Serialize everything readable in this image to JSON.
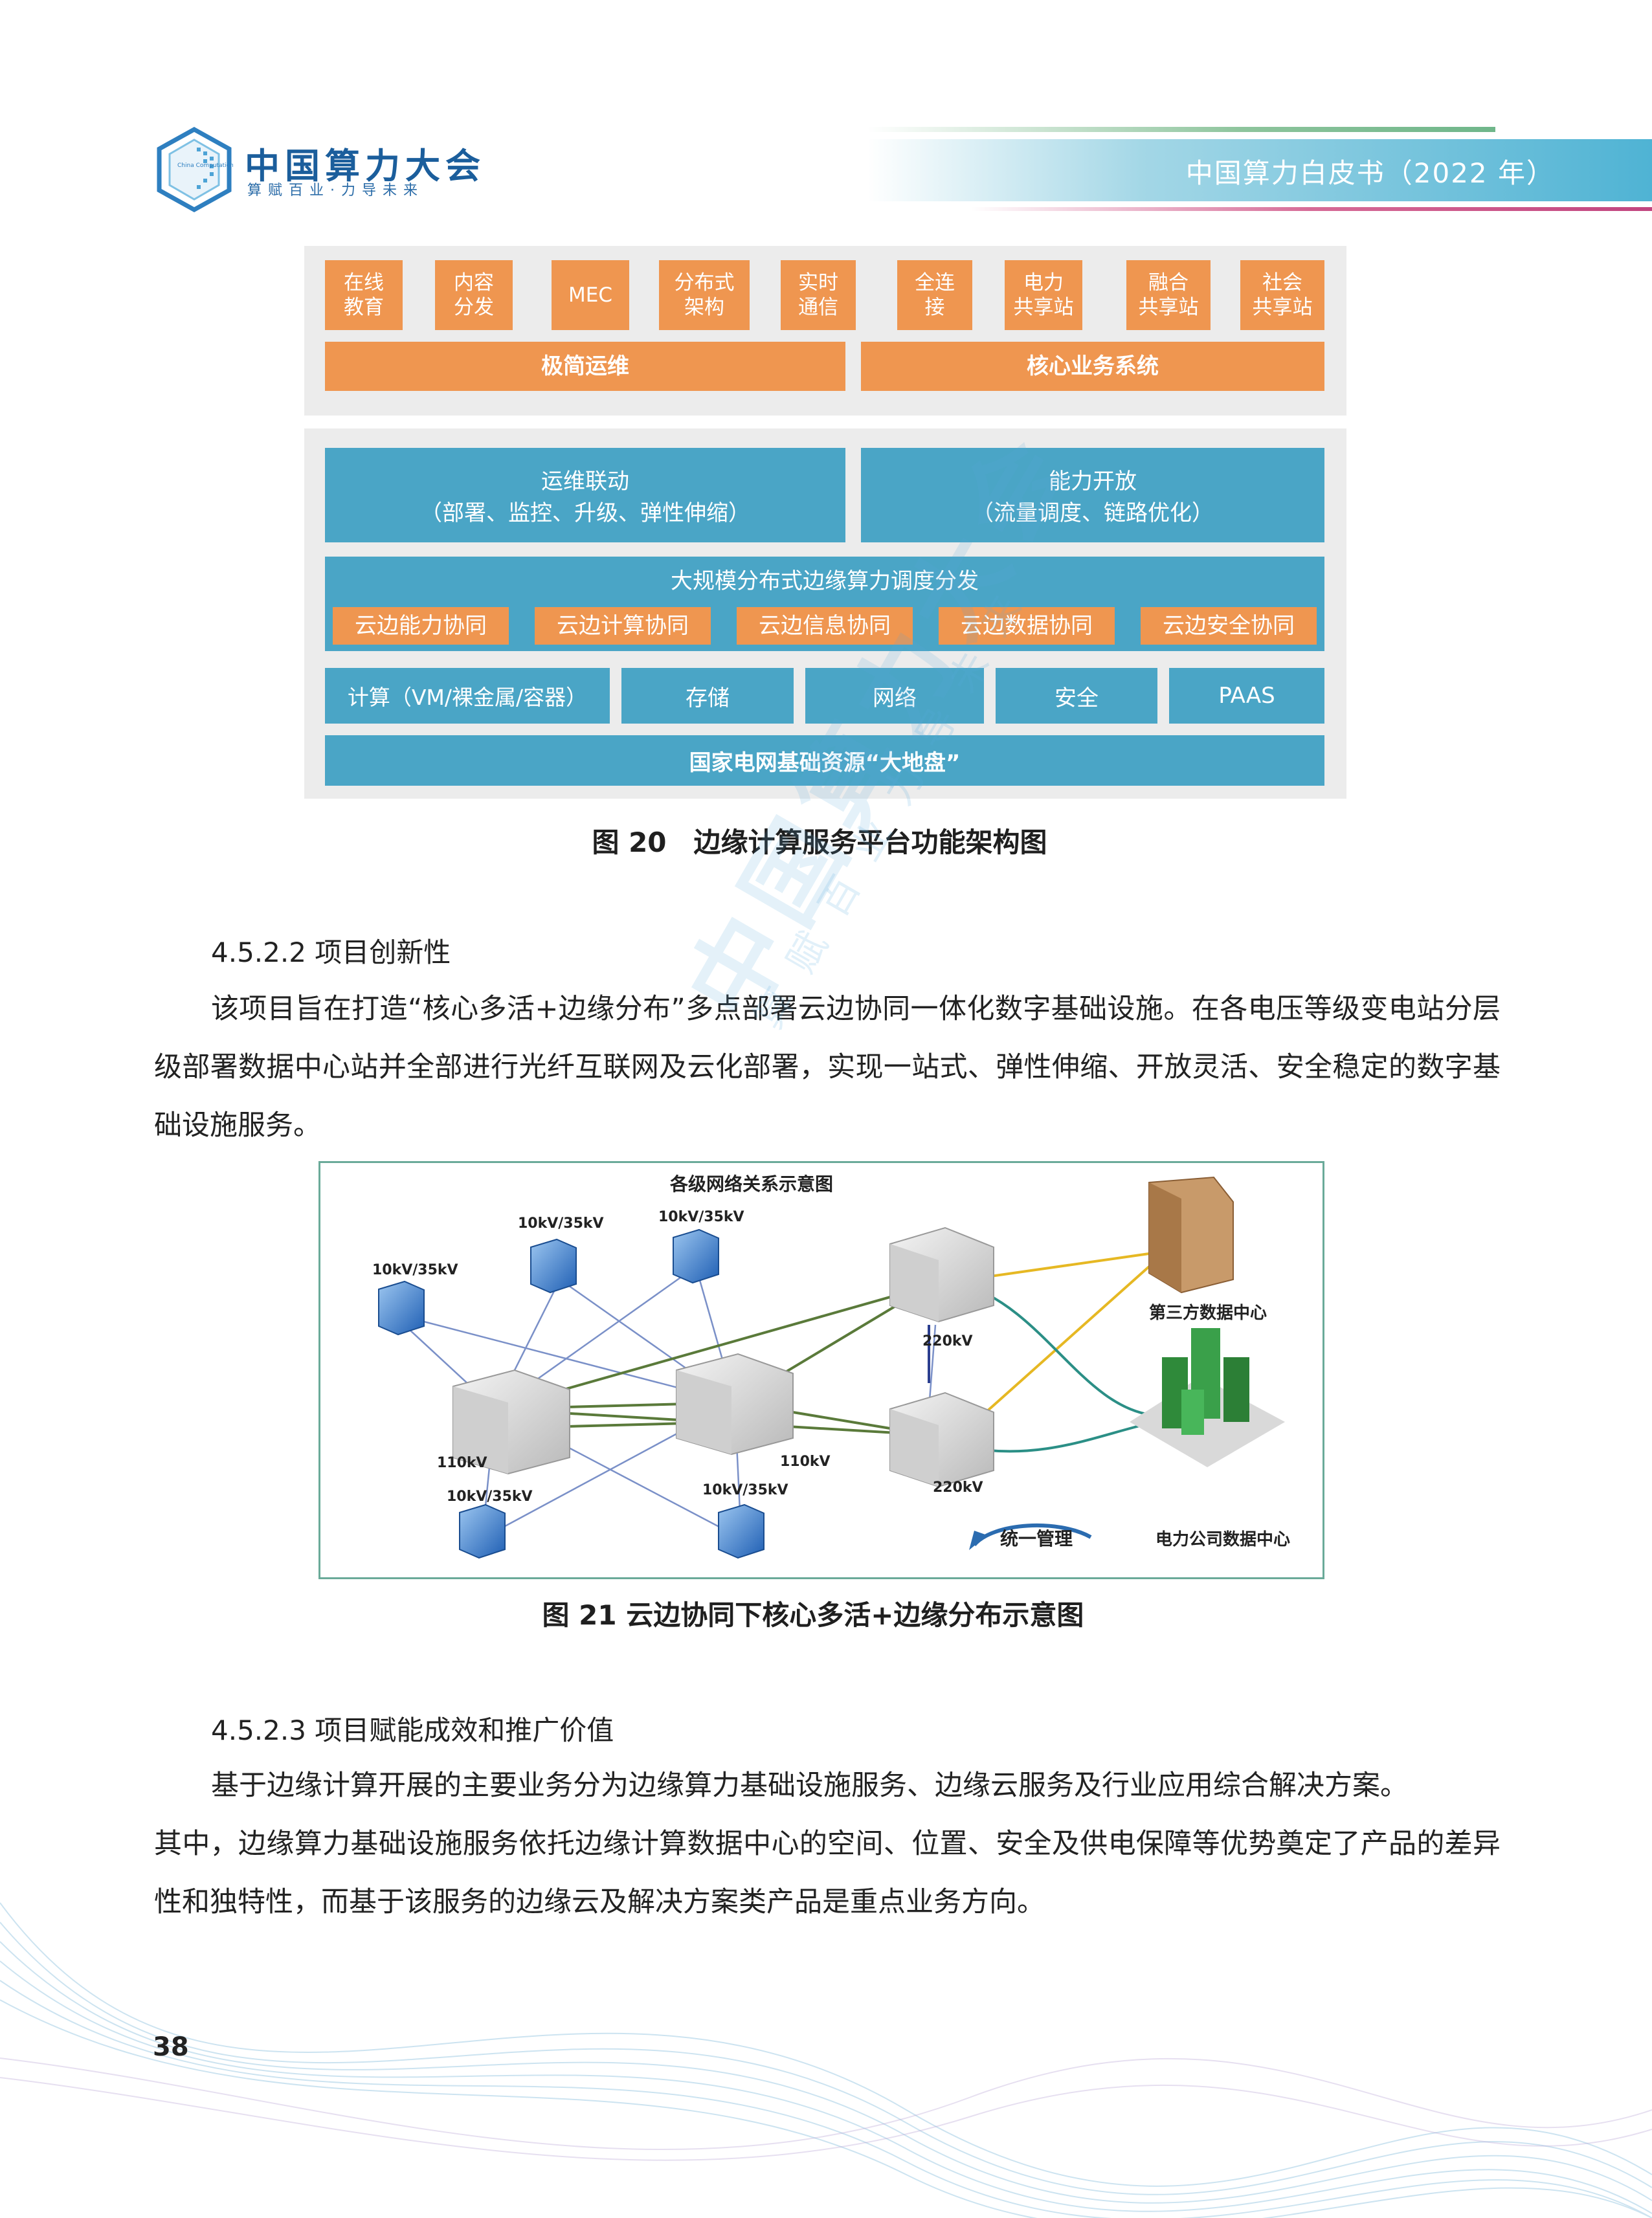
{
  "header": {
    "logo_title": "中国算力大会",
    "logo_subtitle": "算赋百业·力导未来",
    "logo_small_text": "China Computational Power Conference",
    "document_title": "中国算力白皮书（2022 年）"
  },
  "figure20": {
    "apps": [
      "在线\n教育",
      "内容\n分发",
      "MEC",
      "分布式\n架构",
      "实时\n通信",
      "全连\n接",
      "电力\n共享站",
      "融合\n共享站",
      "社会\n共享站"
    ],
    "ops_bar": "极简运维",
    "core_bar": "核心业务系统",
    "ops_link_title": "运维联动",
    "ops_link_detail": "（部署、监控、升级、弹性伸缩）",
    "capability_title": "能力开放",
    "capability_detail": "（流量调度、链路优化）",
    "dispatch_title": "大规模分布式边缘算力调度分发",
    "collab": [
      "云边能力协同",
      "云边计算协同",
      "云边信息协同",
      "云边数据协同",
      "云边安全协同"
    ],
    "resources": [
      "计算（VM/裸金属/容器）",
      "存储",
      "网络",
      "安全",
      "PAAS"
    ],
    "foundation": "国家电网基础资源“大地盘”",
    "caption": "图 20　边缘计算服务平台功能架构图"
  },
  "section_4522": {
    "heading": "4.5.2.2  项目创新性",
    "paragraph": "该项目旨在打造“核心多活+边缘分布”多点部署云边协同一体化数字基础设施。在各电压等级变电站分层级部署数据中心站并全部进行光纤互联网及云化部署，实现一站式、弹性伸缩、开放灵活、安全稳定的数字基础设施服务。"
  },
  "figure21": {
    "title": "各级网络关系示意图",
    "labels": {
      "n10_a": "10kV/35kV",
      "n10_b": "10kV/35kV",
      "n10_c": "10kV/35kV",
      "n10_d": "10kV/35kV",
      "n10_e": "10kV/35kV",
      "n110_a": "110kV",
      "n110_b": "110kV",
      "n220_a": "220kV",
      "n220_b": "220kV",
      "third_party": "第三方数据中心",
      "power_dc": "电力公司数据中心",
      "unified": "统一管理"
    },
    "caption": "图 21  云边协同下核心多活+边缘分布示意图"
  },
  "section_4523": {
    "heading": "4.5.2.3 项目赋能成效和推广价值",
    "paragraph1": "基于边缘计算开展的主要业务分为边缘算力基础设施服务、边缘云服务及行业应用综合解决方案。",
    "paragraph2": "其中，边缘算力基础设施服务依托边缘计算数据中心的空间、位置、安全及供电保障等优势奠定了产品的差异性和独特性，而基于该服务的边缘云及解决方案类产品是重点业务方向。"
  },
  "watermark": {
    "main": "中国算力大会",
    "sub": "算赋百业力导未来"
  },
  "page_number": "38",
  "colors": {
    "orange": "#ef9650",
    "teal_blue": "#4aa5c6",
    "panel_gray": "#ececec",
    "brand_blue": "#1b5e9c"
  }
}
